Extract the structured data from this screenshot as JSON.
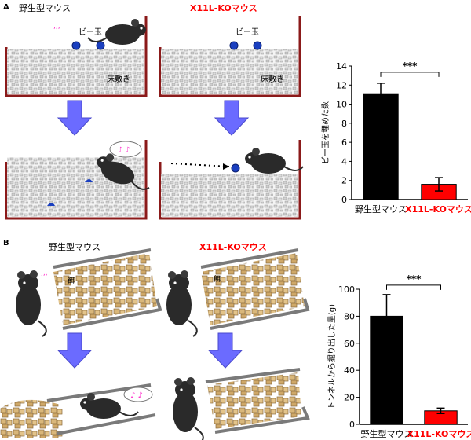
{
  "panels": {
    "a": {
      "letter": "A",
      "wt_label": "野生型マウス",
      "ko_label": "X11L-KOマウス",
      "marble_label": "ビー玉",
      "bedding_label": "床敷き"
    },
    "b": {
      "letter": "B",
      "wt_label": "野生型マウス",
      "ko_label": "X11L-KOマウス",
      "food_label": "餌"
    }
  },
  "colors": {
    "wt_bar": "#000000",
    "ko_bar": "#ff0000",
    "ko_text": "#ff0000",
    "arrow": "#6b6bff",
    "cage": "#8b1a1a",
    "marble": "#1a3fbf",
    "food": "#d9b77a",
    "food_edge": "#8a6a3a",
    "tunnel": "#7a7a7a",
    "note": "#ff33cc"
  },
  "chart_data": [
    {
      "type": "bar",
      "categories": [
        "野生型マウス",
        "X11L-KOマウス"
      ],
      "values": [
        11.1,
        1.6
      ],
      "errors": [
        1.1,
        0.7
      ],
      "ylabel": "ビー玉を埋めた数",
      "ylim": [
        0,
        14
      ],
      "yticks": [
        0,
        2,
        4,
        6,
        8,
        10,
        12,
        14
      ],
      "significance": "***"
    },
    {
      "type": "bar",
      "categories": [
        "野生型マウス",
        "X11L-KOマウス"
      ],
      "values": [
        80,
        10
      ],
      "errors": [
        16,
        2
      ],
      "ylabel": "トンネルから掘り出した量(g)",
      "ylim": [
        0,
        100
      ],
      "yticks": [
        0,
        20,
        40,
        60,
        80,
        100
      ],
      "significance": "***"
    }
  ]
}
